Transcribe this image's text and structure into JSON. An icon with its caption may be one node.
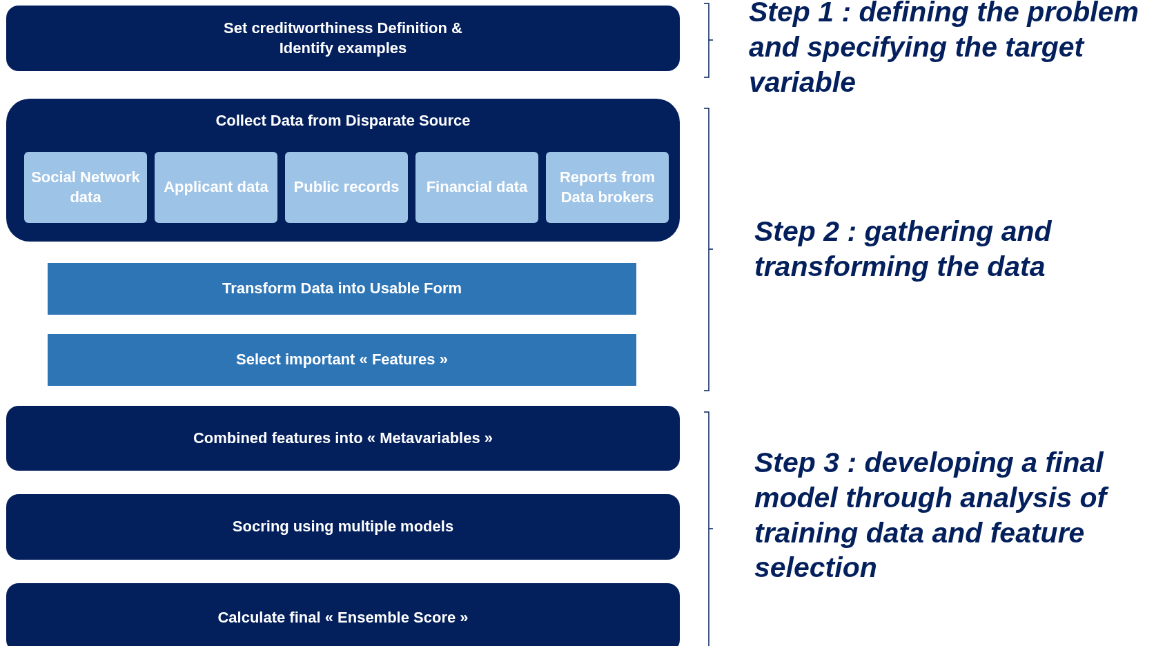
{
  "diagram": {
    "nodes": [
      {
        "text": [
          "Set creditworthiness Definition & Identify examples"
        ]
      },
      {
        "text": [
          "Collect Data from Disparate Source"
        ]
      },
      {
        "text": [
          "Social Network data"
        ],
        "in": 1
      },
      {
        "text": [
          "Applicant data"
        ],
        "in": 1
      },
      {
        "text": [
          "Public records"
        ],
        "in": 1
      },
      {
        "text": [
          "Financial data"
        ],
        "in": 1
      },
      {
        "text": [
          "Reports from Data brokers"
        ],
        "in": 1
      },
      {
        "text": [
          "Transform Data into Usable Form"
        ]
      },
      {
        "text": [
          "Select important « Features »"
        ]
      },
      {
        "text": [
          "Combined features into « Metavariables »"
        ]
      },
      {
        "text": [
          "Socring using multiple models"
        ]
      },
      {
        "text": [
          "Calculate final « Ensemble Score »"
        ]
      }
    ],
    "edges": [],
    "labels": [
      "Step 1 : defining the problem and specifying the target variable",
      "Step 2 : gathering and transforming the data",
      "Step 3 : developing a final model through analysis of training data and feature selection"
    ]
  }
}
